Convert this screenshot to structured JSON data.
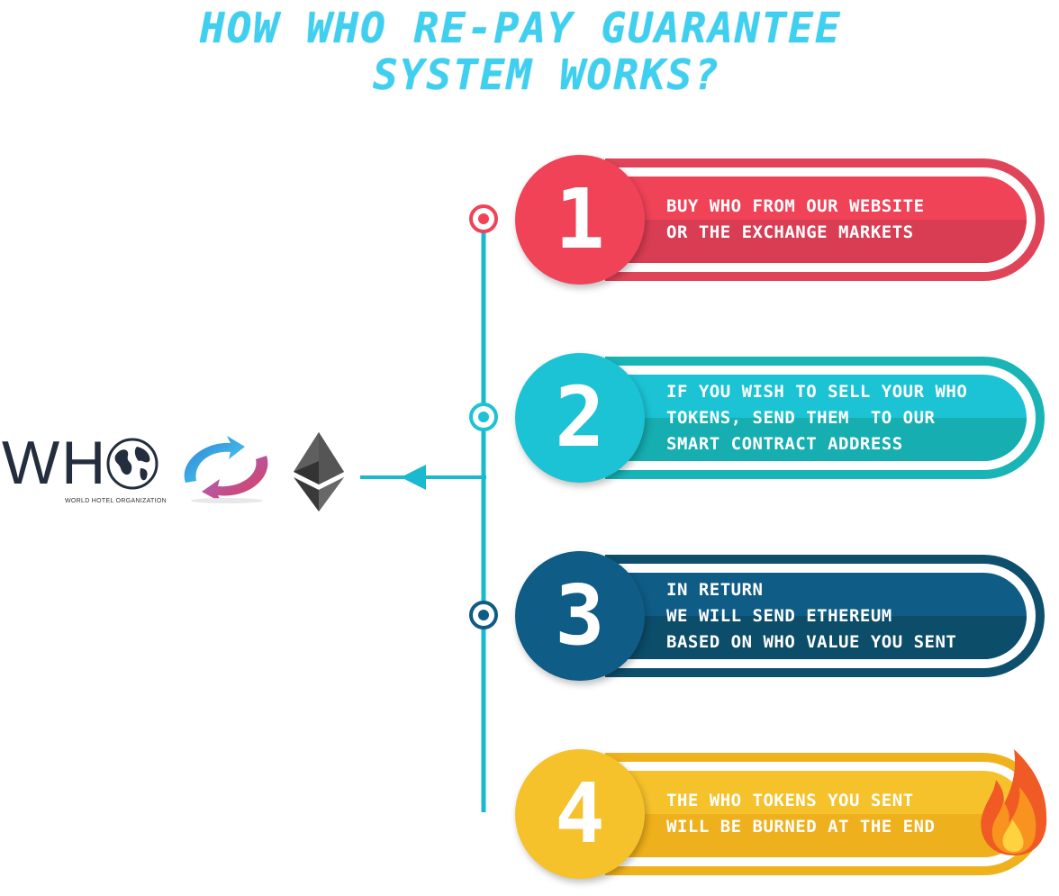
{
  "title": {
    "line1": "HOW WHO RE-PAY GUARANTEE",
    "line2": "SYSTEM WORKS?"
  },
  "logo": {
    "text": "WHO",
    "subtitle": "WORLD HOTEL ORGANIZATION",
    "icons": [
      "globe-icon",
      "exchange-arrows-icon",
      "ethereum-icon"
    ]
  },
  "colors": {
    "timeline": "#1ab9cf",
    "step1": "#f04358",
    "step2": "#1cc3d4",
    "step3": "#0f5c86",
    "step4": "#f6c22c",
    "title": "#3fd0f0"
  },
  "steps": [
    {
      "number": "1",
      "lines": [
        "BUY WHO FROM OUR WEBSITE",
        "OR THE EXCHANGE MARKETS"
      ]
    },
    {
      "number": "2",
      "lines": [
        "IF YOU WISH TO SELL YOUR WHO",
        "TOKENS, SEND THEM  TO OUR",
        "SMART CONTRACT ADDRESS"
      ]
    },
    {
      "number": "3",
      "lines": [
        "IN RETURN",
        "WE WILL SEND ETHEREUM",
        "BASED ON WHO VALUE YOU SENT"
      ]
    },
    {
      "number": "4",
      "lines": [
        "THE WHO TOKENS YOU SENT",
        "WILL BE BURNED AT THE END"
      ],
      "icon": "fire-icon"
    }
  ]
}
